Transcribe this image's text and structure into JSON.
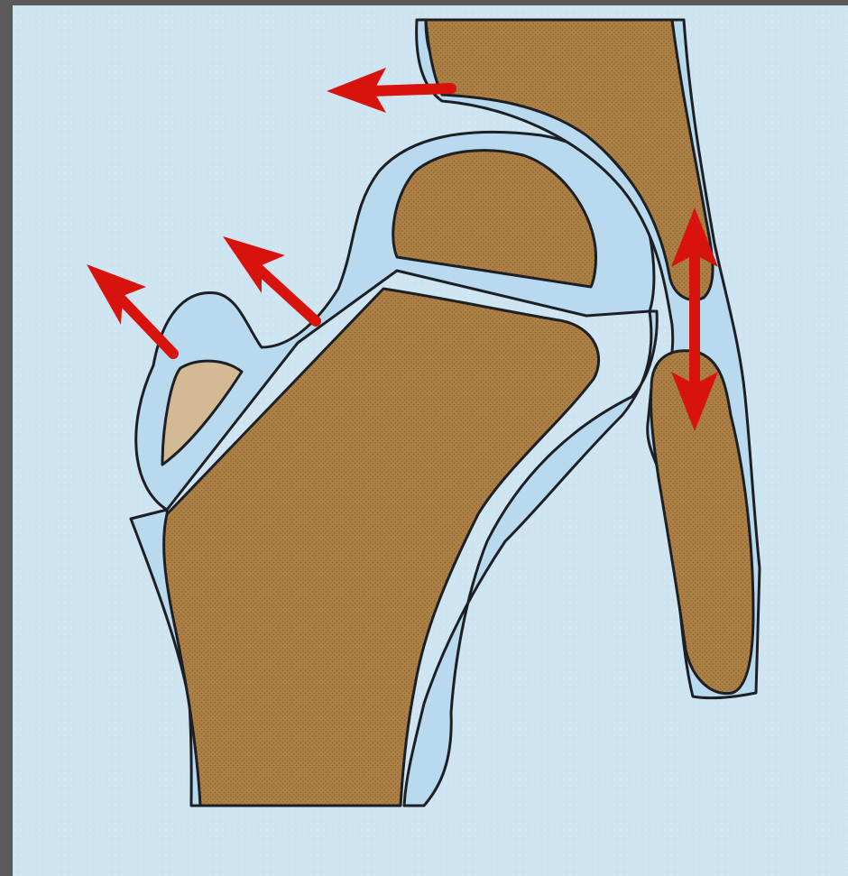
{
  "colors": {
    "frame": "#5a5a5a",
    "background": "#cfe4f1",
    "synovial_fluid": "#b9d9ee",
    "bone": "#ad8146",
    "bone_stipple": "#8a6331",
    "patella_pale": "#d3b994",
    "outline": "#1c1f24",
    "arrow": "#d8120c"
  },
  "icons": {
    "single_arrow": "arrow-icon",
    "double_arrow": "double-arrow-icon"
  },
  "arrows": [
    {
      "name": "arrow-suprapatellar-left",
      "kind": "single",
      "direction": "left"
    },
    {
      "name": "arrow-anterior-upper-left",
      "kind": "single",
      "direction": "up-left"
    },
    {
      "name": "arrow-anterior-lower-left",
      "kind": "single",
      "direction": "up-left"
    },
    {
      "name": "arrow-posterior-vertical",
      "kind": "double",
      "direction": "vertical"
    }
  ]
}
